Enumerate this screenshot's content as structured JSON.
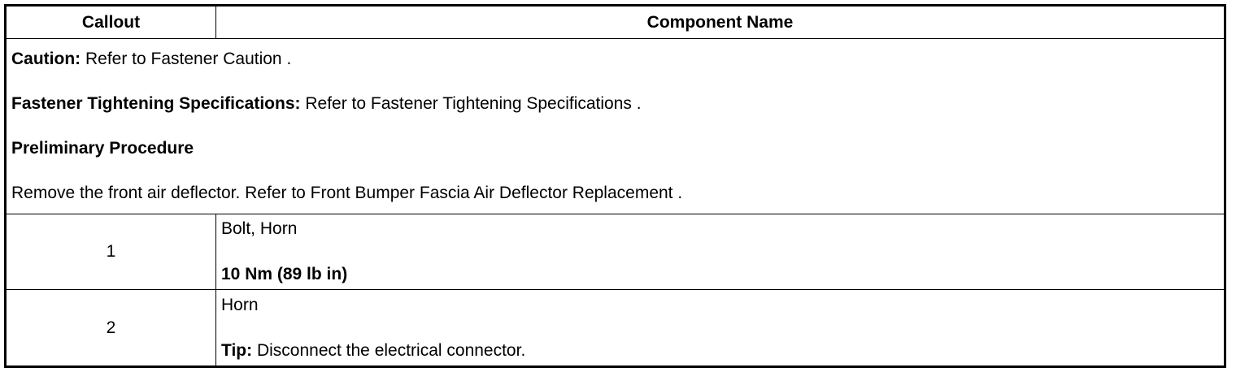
{
  "headers": {
    "callout": "Callout",
    "component_name": "Component Name"
  },
  "intro": {
    "caution_label": "Caution:",
    "caution_text": " Refer to Fastener Caution .",
    "fastener_label": "Fastener Tightening Specifications:",
    "fastener_text": " Refer to Fastener Tightening Specifications .",
    "preliminary_heading": "Preliminary Procedure",
    "preliminary_text": "Remove the front air deflector. Refer to Front Bumper Fascia Air Deflector Replacement ."
  },
  "rows": [
    {
      "callout": "1",
      "name": "Bolt, Horn",
      "torque": "10 Nm (89 lb in)"
    },
    {
      "callout": "2",
      "name": "Horn",
      "tip_label": "Tip:",
      "tip_text": " Disconnect the electrical connector."
    }
  ]
}
